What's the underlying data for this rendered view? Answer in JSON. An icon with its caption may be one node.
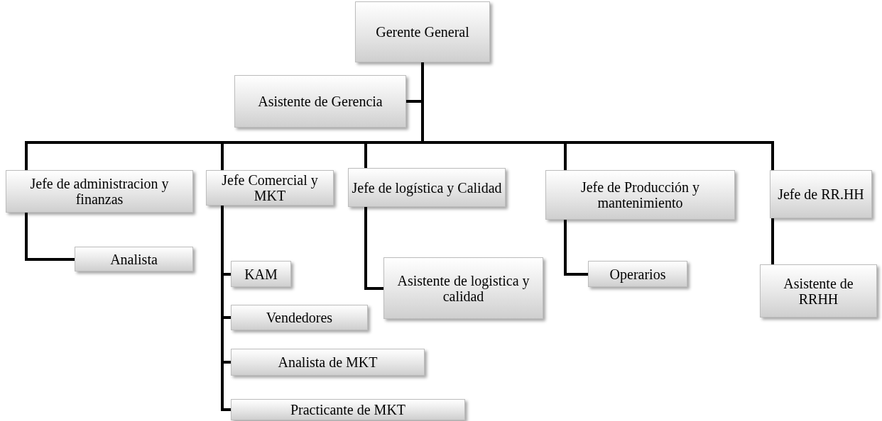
{
  "diagram": {
    "nodes": [
      {
        "text": [
          "Gerente General"
        ]
      },
      {
        "text": [
          "Asistente de Gerencia"
        ]
      },
      {
        "text": [
          "Jefe de administracion y finanzas"
        ]
      },
      {
        "text": [
          "Jefe Comercial y MKT"
        ]
      },
      {
        "text": [
          "Jefe de logística y Calidad"
        ]
      },
      {
        "text": [
          "Jefe de Producción y mantenimiento"
        ]
      },
      {
        "text": [
          "Jefe de RR.HH"
        ]
      },
      {
        "text": [
          "Analista"
        ]
      },
      {
        "text": [
          "KAM"
        ]
      },
      {
        "text": [
          "Vendedores"
        ]
      },
      {
        "text": [
          "Analista de MKT"
        ]
      },
      {
        "text": [
          "Practicante de MKT"
        ]
      },
      {
        "text": [
          "Asistente de logistica y calidad"
        ]
      },
      {
        "text": [
          "Operarios"
        ]
      },
      {
        "text": [
          "Asistente de RRHH"
        ]
      }
    ],
    "edges": [
      {
        "from": 0,
        "to": 1,
        "arrow": "none"
      },
      {
        "from": 0,
        "to": 2,
        "arrow": "none"
      },
      {
        "from": 0,
        "to": 3,
        "arrow": "none"
      },
      {
        "from": 0,
        "to": 4,
        "arrow": "none"
      },
      {
        "from": 0,
        "to": 5,
        "arrow": "none"
      },
      {
        "from": 0,
        "to": 6,
        "arrow": "none"
      },
      {
        "from": 2,
        "to": 7,
        "arrow": "none"
      },
      {
        "from": 3,
        "to": 8,
        "arrow": "none"
      },
      {
        "from": 3,
        "to": 9,
        "arrow": "none"
      },
      {
        "from": 3,
        "to": 10,
        "arrow": "none"
      },
      {
        "from": 3,
        "to": 11,
        "arrow": "none"
      },
      {
        "from": 4,
        "to": 12,
        "arrow": "none"
      },
      {
        "from": 5,
        "to": 13,
        "arrow": "none"
      },
      {
        "from": 6,
        "to": 14,
        "arrow": "none"
      }
    ]
  }
}
